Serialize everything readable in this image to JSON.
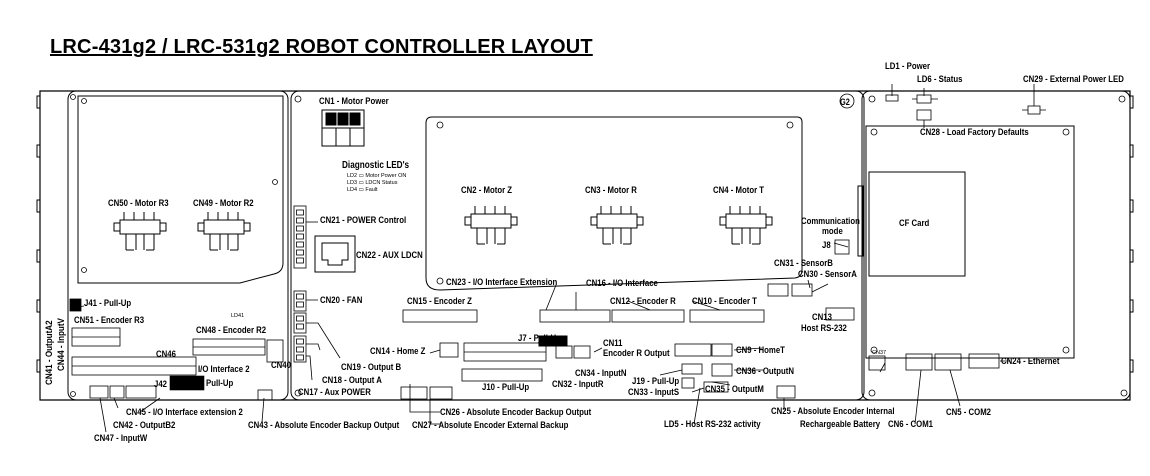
{
  "title": "LRC-431g2 / LRC-531g2 ROBOT CONTROLLER LAYOUT",
  "rev_badge": "G2",
  "diag_leds": {
    "heading": "Diagnostic LED's",
    "rows": [
      {
        "id": "LD2",
        "text": "Motor Power ON"
      },
      {
        "id": "LD3",
        "text": "LDCN Status"
      },
      {
        "id": "LD4",
        "text": "Fault"
      }
    ]
  },
  "labels": {
    "cn1": "CN1 - Motor Power",
    "cn2": "CN2 - Motor Z",
    "cn3": "CN3 - Motor R",
    "cn4": "CN4 - Motor T",
    "cn50": "CN50 - Motor R3",
    "cn49": "CN49 - Motor R2",
    "cn21": "CN21 - POWER Control",
    "cn22": "CN22 - AUX LDCN",
    "cn20": "CN20 - FAN",
    "cn19": "CN19 - Output B",
    "cn18": "CN18 - Output A",
    "cn17": "CN17 - Aux POWER",
    "j41": "J41 - Pull-Up",
    "cn51": "CN51 - Encoder R3",
    "cn48": "CN48 - Encoder R2",
    "cn46": "CN46",
    "cn40": "CN40",
    "io2": "I/O Interface 2",
    "j42": "J42",
    "j42b": "Pull-Up",
    "cn45": "CN45 - I/O Interface extension 2",
    "cn42": "CN42 - OutputB2",
    "cn47": "CN47 - InputW",
    "cn43": "CN43 - Absolute Encoder Backup Output",
    "cn26": "CN26 - Absolute Encoder Backup Output",
    "cn27": "CN27 - Absolute Encoder  External Backup",
    "cn23": "CN23 - I/O Interface Extension",
    "cn16": "CN16 - I/O Interface",
    "cn15": "CN15 - Encoder Z",
    "cn12": "CN12 - Encoder R",
    "cn10": "CN10 - Encoder T",
    "cn14": "CN14 - Home Z",
    "j7": "J7 - Pull-Up",
    "j10": "J10 - Pull-Up",
    "cn34": "CN34 - InputN",
    "cn32": "CN32 - InputR",
    "cn11a": "CN11",
    "cn11b": "Encoder R Output",
    "cn9": "CN9 - HomeT",
    "cn36": "CN36 - OutputN",
    "j19": "J19 - Pull-Up",
    "cn33": "CN33 - InputS",
    "cn35": "CN35 - OutputM",
    "ld5": "LD5 - Host RS-232 activity",
    "cn25a": "CN25 - Absolute Encoder Internal",
    "cn25b": "Rechargeable Battery",
    "comm_a": "Communication",
    "comm_b": "mode",
    "j8": "J8",
    "cn31": "CN31 - SensorB",
    "cn30": "CN30 - SensorA",
    "cn13a": "CN13",
    "cn13b": "Host RS-232",
    "ld1": "LD1 - Power",
    "ld6": "LD6 - Status",
    "cn29": "CN29 - External Power LED",
    "cn28": "CN28 - Load Factory Defaults",
    "cf": "CF Card",
    "cn24": "CN24 - Ethernet",
    "cn5": "CN5 - COM2",
    "cn6": "CN6 - COM1",
    "cn41": "CN41 - OutputA2",
    "cn44": "CN44 - InputV",
    "ld41": "LD41",
    "cn37": "CN37"
  }
}
